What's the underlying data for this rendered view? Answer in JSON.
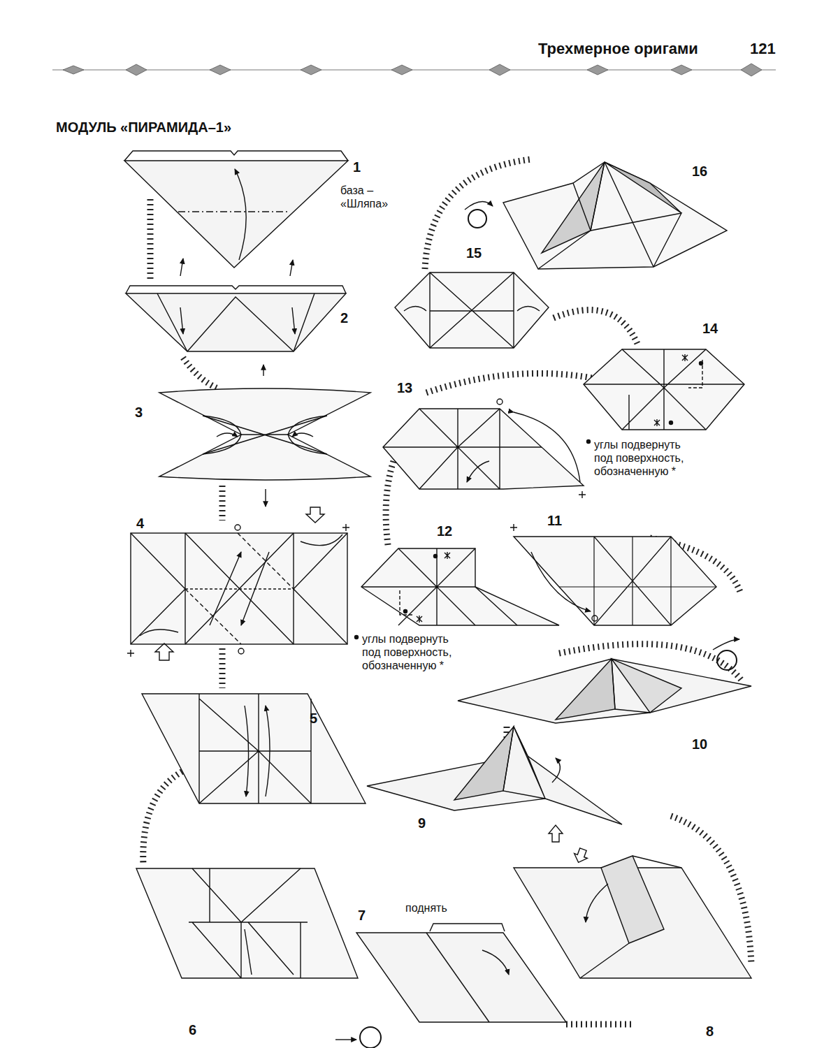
{
  "diagram": {
    "title": "МОДУЛЬ «ПИРАМИДА–1»",
    "labels": [
      "Трехмерное оригами",
      "121",
      "1",
      "база – «Шляпа»",
      "16",
      "15",
      "2",
      "14",
      "3",
      "13",
      "углы подвернуть под поверхность, обозначенную *",
      "4",
      "12",
      "11",
      "углы подвернуть под поверхность, обозначенную *",
      "5",
      "10",
      "9",
      "6",
      "7",
      "поднять",
      "8"
    ]
  }
}
